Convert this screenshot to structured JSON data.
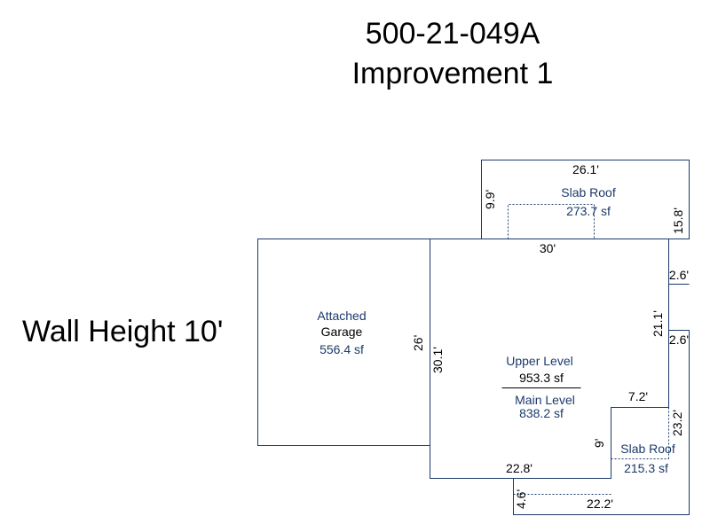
{
  "header": {
    "parcel_id": "500-21-049A",
    "improvement": "Improvement 1"
  },
  "wall_height": "Wall Height 10'",
  "areas": {
    "slab_roof_top": {
      "label": "Slab Roof",
      "area": "273.7 sf"
    },
    "garage": {
      "label_line1": "Attached",
      "label_line2": "Garage",
      "area": "556.4 sf"
    },
    "upper_level": {
      "label": "Upper Level",
      "area": "953.3 sf"
    },
    "main_level": {
      "label": "Main Level",
      "area": "838.2 sf"
    },
    "slab_roof_bottom": {
      "label": "Slab Roof",
      "area": "215.3 sf"
    }
  },
  "dimensions": {
    "d26_1": "26.1'",
    "d9_9": "9.9'",
    "d15_8": "15.8'",
    "d30": "30'",
    "d2_6a": "2.6'",
    "d21_1": "21.1'",
    "d2_6b": "2.6'",
    "d26": "26'",
    "d30_1": "30.1'",
    "d7_2": "7.2'",
    "d23_2": "23.2'",
    "d9": "9'",
    "d22_8": "22.8'",
    "d4_6": "4.6'",
    "d22_2": "22.2'"
  },
  "colors": {
    "lines": "#1b3a6b",
    "text": "#1b3a6b"
  }
}
